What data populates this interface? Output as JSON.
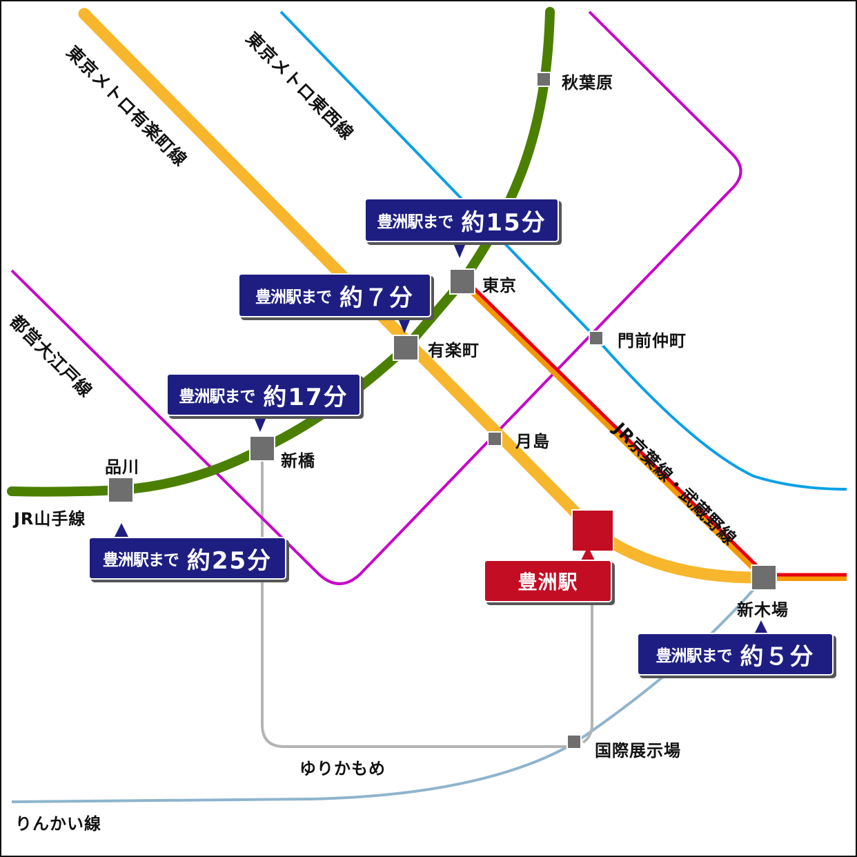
{
  "lines": {
    "yurakucho": {
      "name": "東京メトロ有楽町線",
      "color": "#f8b62d"
    },
    "tozai": {
      "name": "東京メトロ東西線",
      "color": "#0aa0e6"
    },
    "oedo": {
      "name": "都営大江戸線",
      "color": "#c800c8"
    },
    "yamanote": {
      "name": "JR山手線",
      "color": "#4b7f00"
    },
    "keiyo": {
      "name": "JR京葉線・武蔵野線",
      "color": "#e60012"
    },
    "yurikamome": {
      "name": "ゆりかもめ",
      "color": "#b4b4b4"
    },
    "rinkai": {
      "name": "りんかい線",
      "color": "#8fb4cc"
    }
  },
  "stations": {
    "akihabara": "秋葉原",
    "tokyo": "東京",
    "yurakucho": "有楽町",
    "monzen_nakacho": "門前仲町",
    "tsukishima": "月島",
    "shinbashi": "新橋",
    "shinagawa": "品川",
    "shinkiba": "新木場",
    "kokusai_tenjijo": "国際展示場",
    "toyosu": "豊洲駅"
  },
  "callouts": {
    "prefix": "豊洲駅まで",
    "tokyo": "約15分",
    "yurakucho": "約７分",
    "shinbashi": "約17分",
    "shinagawa": "約25分",
    "shinkiba": "約５分"
  },
  "colors": {
    "callout": "#1e1e82",
    "toyosu": "#c30d23"
  }
}
